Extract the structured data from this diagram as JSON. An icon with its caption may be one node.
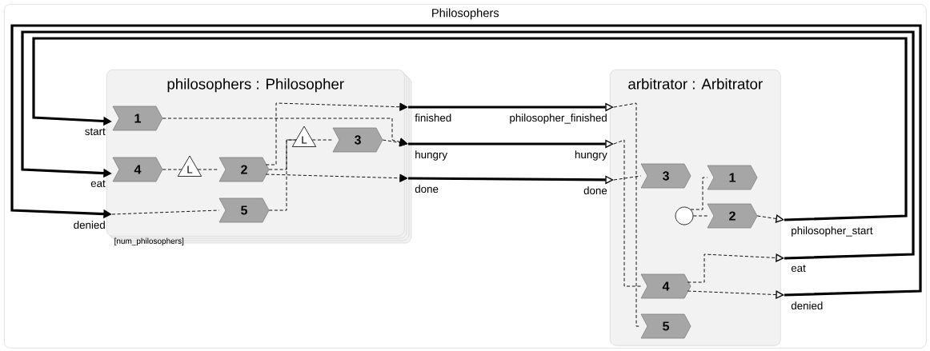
{
  "diagram": {
    "nodes": [
      {
        "text": [
          "Philosophers"
        ]
      },
      {
        "text": [
          "philosophers : Philosopher"
        ],
        "in": 0,
        "beside": [
          "[num_philosophers]"
        ]
      },
      {
        "text": [
          "1"
        ],
        "in": 1
      },
      {
        "text": [
          "4"
        ],
        "in": 1
      },
      {
        "text": [
          "L"
        ],
        "in": 1
      },
      {
        "text": [
          "2"
        ],
        "in": 1
      },
      {
        "text": [
          "L"
        ],
        "in": 1
      },
      {
        "text": [
          "3"
        ],
        "in": 1
      },
      {
        "text": [
          "5"
        ],
        "in": 1
      },
      {
        "text": [
          "start"
        ],
        "in": 0
      },
      {
        "text": [
          "eat"
        ],
        "in": 0
      },
      {
        "text": [
          "denied"
        ],
        "in": 0
      },
      {
        "text": [
          "finished"
        ],
        "in": 0
      },
      {
        "text": [
          "hungry"
        ],
        "in": 0
      },
      {
        "text": [
          "done"
        ],
        "in": 0
      },
      {
        "text": [
          "arbitrator : Arbitrator"
        ],
        "in": 0
      },
      {
        "text": [
          "3"
        ],
        "in": 15
      },
      {
        "text": [
          "1"
        ],
        "in": 15
      },
      {
        "text": [],
        "shape": "circle",
        "in": 15
      },
      {
        "text": [
          "2"
        ],
        "in": 15
      },
      {
        "text": [
          "4"
        ],
        "in": 15
      },
      {
        "text": [
          "5"
        ],
        "in": 15
      },
      {
        "text": [
          "philosopher_finished"
        ],
        "in": 0
      },
      {
        "text": [
          "hungry"
        ],
        "in": 0
      },
      {
        "text": [
          "done"
        ],
        "in": 0
      },
      {
        "text": [
          "philosopher_start"
        ],
        "in": 0
      },
      {
        "text": [
          "eat"
        ],
        "in": 0
      },
      {
        "text": [
          "denied"
        ],
        "in": 0
      }
    ],
    "edges": [
      {
        "from": 12,
        "to": 22,
        "arrow": "to",
        "style": "thick"
      },
      {
        "from": 13,
        "to": 23,
        "arrow": "to",
        "style": "thick"
      },
      {
        "from": 14,
        "to": 24,
        "arrow": "to",
        "style": "thick"
      },
      {
        "from": 25,
        "to": 9,
        "arrow": "to",
        "style": "thick"
      },
      {
        "from": 26,
        "to": 10,
        "arrow": "to",
        "style": "thick"
      },
      {
        "from": 27,
        "to": 11,
        "arrow": "to",
        "style": "thick"
      },
      {
        "from": 11,
        "to": 8,
        "arrow": "none",
        "style": "dashed"
      },
      {
        "from": 2,
        "to": 13,
        "arrow": "to",
        "style": "dashed"
      },
      {
        "from": 3,
        "to": 4,
        "arrow": "none",
        "style": "dashed"
      },
      {
        "from": 4,
        "to": 5,
        "arrow": "none",
        "style": "dashed"
      },
      {
        "from": 5,
        "to": 12,
        "arrow": "to",
        "style": "dashed"
      },
      {
        "from": 5,
        "to": 6,
        "arrow": "none",
        "style": "dashed"
      },
      {
        "from": 8,
        "to": 6,
        "arrow": "none",
        "style": "dashed"
      },
      {
        "from": 6,
        "to": 7,
        "arrow": "none",
        "style": "dashed"
      },
      {
        "from": 7,
        "to": 13,
        "arrow": "to",
        "style": "dashed"
      },
      {
        "from": 5,
        "to": 14,
        "arrow": "to",
        "style": "dashed"
      },
      {
        "from": 22,
        "to": 21,
        "arrow": "none",
        "style": "dashed"
      },
      {
        "from": 23,
        "to": 20,
        "arrow": "none",
        "style": "dashed"
      },
      {
        "from": 24,
        "to": 16,
        "arrow": "none",
        "style": "dashed"
      },
      {
        "from": 18,
        "to": 17,
        "arrow": "none",
        "style": "dashed"
      },
      {
        "from": 18,
        "to": 19,
        "arrow": "none",
        "style": "dashed"
      },
      {
        "from": 19,
        "to": 25,
        "arrow": "to",
        "style": "dashed"
      },
      {
        "from": 20,
        "to": 26,
        "arrow": "to",
        "style": "dashed"
      },
      {
        "from": 20,
        "to": 27,
        "arrow": "to",
        "style": "dashed"
      }
    ]
  }
}
